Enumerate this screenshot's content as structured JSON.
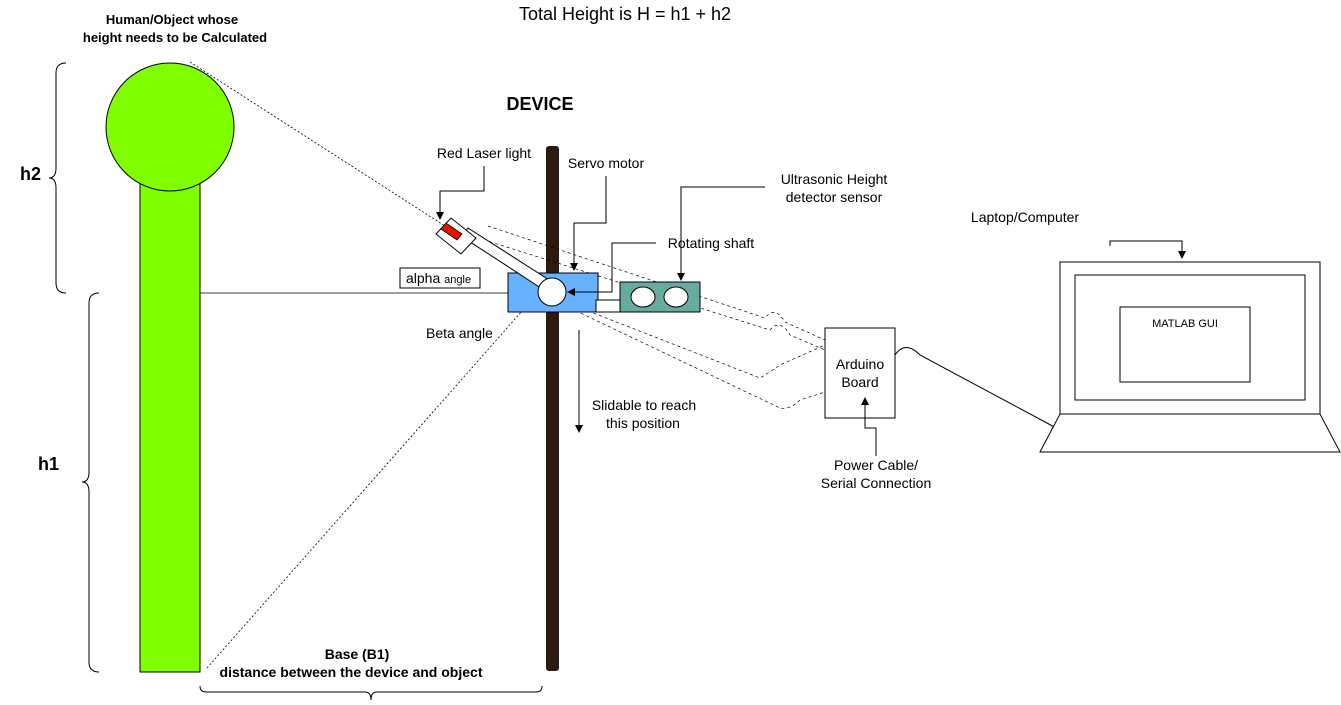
{
  "title": "Total Height is H = h1 + h2",
  "object_label_line1": "Human/Object whose",
  "object_label_line2": "height needs to be Calculated",
  "device_label": "DEVICE",
  "h2_label": "h2",
  "h1_label": "h1",
  "laser_label": "Red Laser light",
  "servo_label": "Servo motor",
  "ultrasonic_label_line1": "Ultrasonic Height",
  "ultrasonic_label_line2": "detector sensor",
  "shaft_label": "Rotating shaft",
  "alpha_label": "alpha",
  "alpha_suffix": "angle",
  "beta_label": "Beta angle",
  "slidable_line1": "Slidable to reach",
  "slidable_line2": "this position",
  "arduino_line1": "Arduino",
  "arduino_line2": "Board",
  "power_line1": "Power Cable/",
  "power_line2": "Serial Connection",
  "laptop_label": "Laptop/Computer",
  "matlab_label": "MATLAB GUI",
  "base_line1": "Base (B1)",
  "base_line2": "distance between the device and object",
  "colors": {
    "object": "#80ff00",
    "pole": "#2b1a0e",
    "servo": "#66b2ff",
    "sensor": "#67ab9f",
    "laser": "#e51400"
  }
}
